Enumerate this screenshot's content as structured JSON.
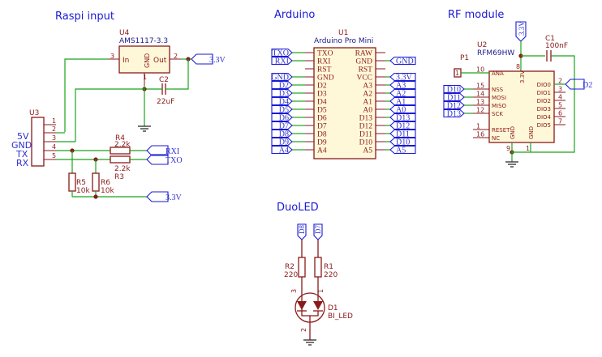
{
  "sections": {
    "raspi": "Raspi input",
    "arduino": "Arduino",
    "rf": "RF module",
    "duoled": "DuoLED"
  },
  "u4": {
    "ref": "U4",
    "value": "AMS1117-3.3",
    "in": "In",
    "gnd": "GND",
    "out": "Out",
    "pin3": "3",
    "pin1": "1",
    "pin2": "2"
  },
  "u4_out_label": "3.3V",
  "c2": {
    "ref": "C2",
    "value": "22uF"
  },
  "u3": {
    "ref": "U3",
    "labels": [
      "5V",
      "GND",
      "TX",
      "RX"
    ],
    "pins": [
      "1",
      "2",
      "3",
      "4",
      "5"
    ]
  },
  "r4": {
    "ref": "R4",
    "value": "2.2k"
  },
  "r3": {
    "ref": "R3",
    "value": "2.2k"
  },
  "r5": {
    "ref": "R5",
    "value": "10k"
  },
  "r6": {
    "ref": "R6",
    "value": "10k"
  },
  "raspi_labels": {
    "rxi": "RXI",
    "txo": "TXO",
    "v33": "3.3V"
  },
  "u1": {
    "ref": "U1",
    "value": "Arduino Pro Mini",
    "left_pins": [
      "TXO",
      "RXI",
      "RST",
      "GND",
      "D2",
      "D3",
      "D4",
      "D5",
      "D6",
      "D7",
      "D8",
      "D9",
      "A4"
    ],
    "right_pins": [
      "RAW",
      "GND",
      "RST",
      "VCC",
      "A3",
      "A2",
      "A1",
      "A0",
      "D13",
      "D12",
      "D11",
      "D10",
      "A5"
    ],
    "left_nets": [
      "TXO",
      "RXI",
      "",
      "GND",
      "D2",
      "D3",
      "D4",
      "D5",
      "D6",
      "D7",
      "D8",
      "D9",
      "A4"
    ],
    "right_nets": [
      "",
      "GND",
      "",
      "3.3V",
      "A3",
      "A2",
      "A1",
      "A0",
      "D13",
      "D12",
      "D11",
      "D10",
      "A5"
    ]
  },
  "u2": {
    "ref": "U2",
    "value": "RFM69HW",
    "pwr": "3.3V",
    "pin8": "8",
    "left": [
      [
        "10",
        "ANA"
      ],
      [
        "15",
        "NSS"
      ],
      [
        "14",
        "MOSI"
      ],
      [
        "13",
        "MISO"
      ],
      [
        "12",
        "SCK"
      ],
      [
        "1",
        "RESET"
      ],
      [
        "16",
        "NC"
      ]
    ],
    "right": [
      [
        "2",
        "DIO0"
      ],
      [
        "3",
        "DIO1"
      ],
      [
        "4",
        "DIO2"
      ],
      [
        "5",
        "DIO3"
      ],
      [
        "6",
        "DIO4"
      ],
      [
        "7",
        "DIO5"
      ]
    ],
    "bottom": [
      [
        "9",
        "GND"
      ],
      [
        "1",
        "GND"
      ]
    ],
    "v33_pin_label": "3.3V",
    "spi_nets": [
      "D10",
      "D11",
      "D12",
      "D13"
    ],
    "dio0_net": "D2"
  },
  "p1": {
    "ref": "P1",
    "pin": "1"
  },
  "c1": {
    "ref": "C1",
    "value": "100nF"
  },
  "duoled": {
    "nets": [
      "D8",
      "D7"
    ],
    "r2": {
      "ref": "R2",
      "value": "220"
    },
    "r1": {
      "ref": "R1",
      "value": "220"
    },
    "d1": {
      "ref": "D1",
      "value": "BI_LED"
    },
    "pins": [
      "3",
      "1",
      "2"
    ]
  },
  "colors": {
    "wire": "#1aa51a",
    "component": "#8a1a1a",
    "label": "#1a1ad6",
    "body": "#fff8d8"
  }
}
